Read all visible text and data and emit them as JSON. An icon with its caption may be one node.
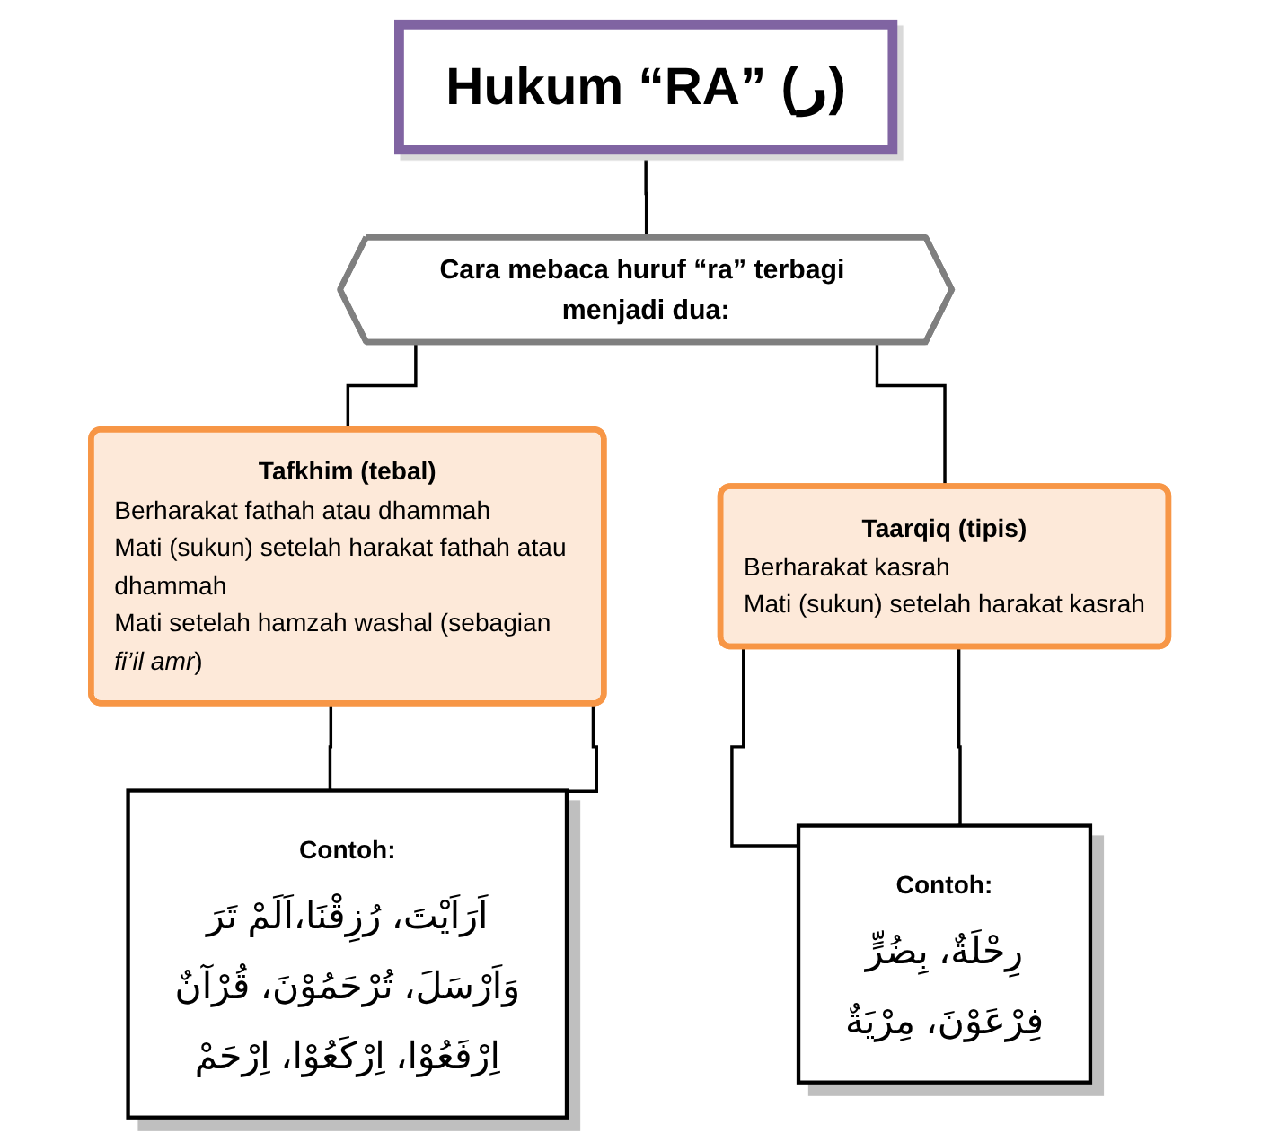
{
  "diagram": {
    "nodes": [
      {
        "text": [
          "Hukum “RA” (ر)"
        ]
      },
      {
        "text": [
          "Cara mebaca huruf “ra” terbagi menjadi dua:"
        ]
      },
      {
        "text": [
          "Tafkhim (tebal)",
          "Berharakat fathah atau dhammah",
          "Mati (sukun) setelah harakat fathah atau dhammah",
          "Mati setelah hamzah washal (sebagian *fi’il amr*)"
        ]
      },
      {
        "text": [
          "Taarqiq (tipis)",
          "Berharakat kasrah",
          "Mati (sukun) setelah harakat kasrah"
        ]
      },
      {
        "text": [
          "Contoh:",
          "اَرَاَيْتَ، رُزِقْنَا،اَلَمْ تَرَ",
          "وَاَرْسَلَ، تُرْحَمُوْنَ، قُرْآنٌ",
          "اِرْفَعُوْا، اِرْكَعُوْا، اِرْحَمْ"
        ]
      },
      {
        "text": [
          "Contoh:",
          "رِحْلَةٌ، بِضُرٍّ",
          "فِرْعَوْنَ، مِرْيَةٌ"
        ]
      }
    ],
    "edges": [
      {
        "from": 0,
        "to": 1,
        "arrow": "none"
      },
      {
        "from": 1,
        "to": 2,
        "arrow": "none"
      },
      {
        "from": 1,
        "to": 3,
        "arrow": "none"
      },
      {
        "from": 2,
        "to": 4,
        "arrow": "none"
      },
      {
        "from": 2,
        "to": 4,
        "arrow": "none"
      },
      {
        "from": 3,
        "to": 5,
        "arrow": "none"
      },
      {
        "from": 3,
        "to": 5,
        "arrow": "none"
      }
    ]
  }
}
